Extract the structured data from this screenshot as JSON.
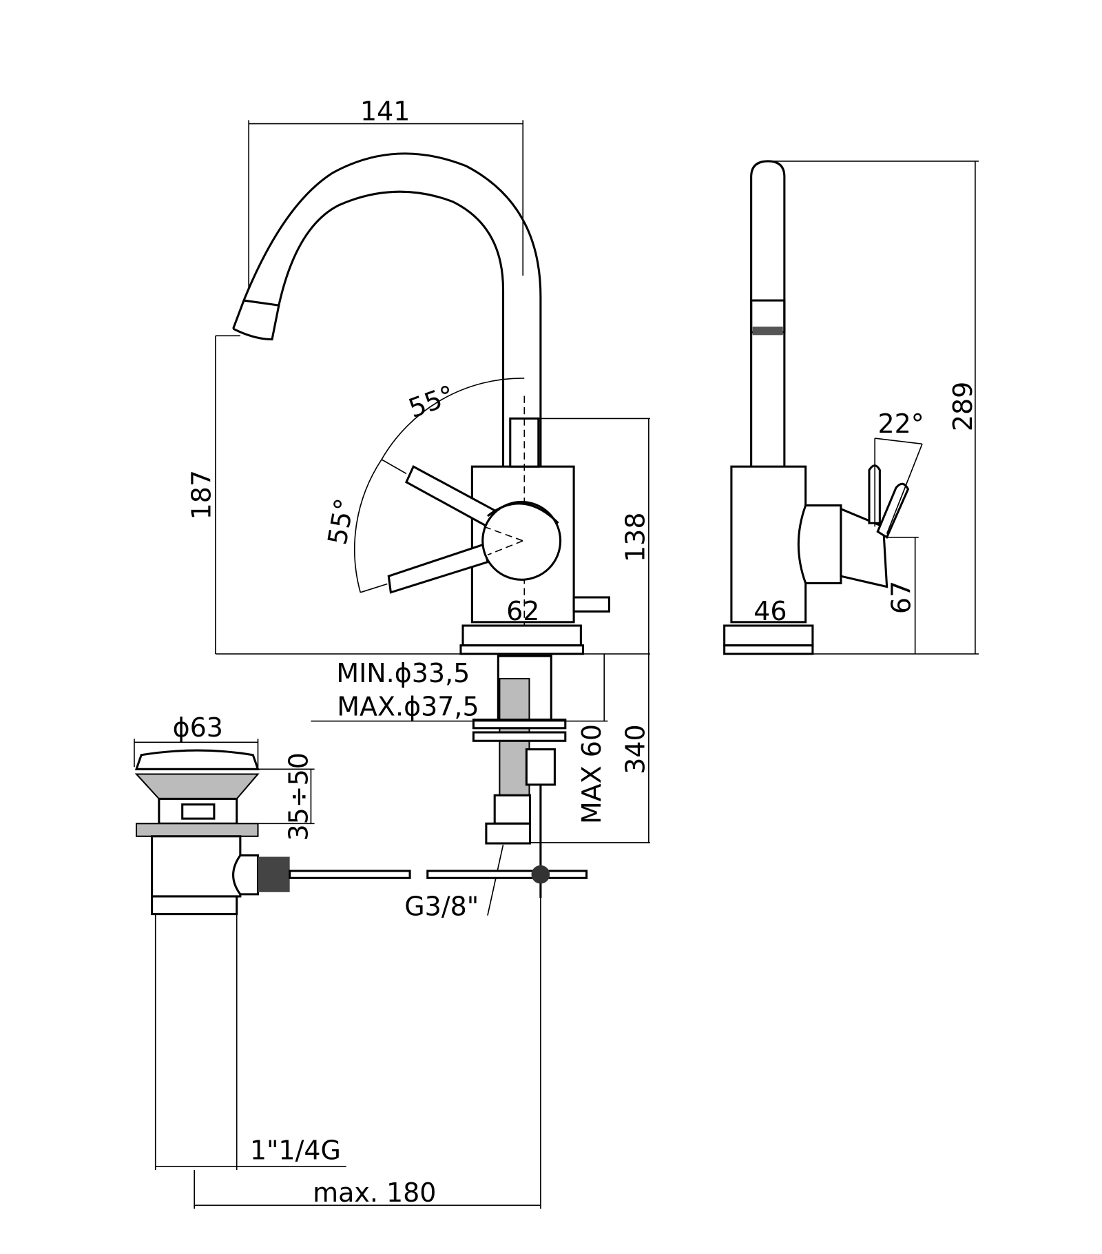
{
  "drawing": {
    "front_view": {
      "width_spout": "141",
      "height_spout_outlet": "187",
      "lever_angle_up": "55°",
      "lever_angle_down": "55°",
      "body_height": "138",
      "body_diameter": "62"
    },
    "side_view": {
      "total_height": "289",
      "lever_angle": "22°",
      "lever_height": "67",
      "body_diameter": "46"
    },
    "installation": {
      "hole_min": "MIN.ϕ33,5",
      "hole_max": "MAX.ϕ37,5",
      "max_deck": "MAX 60",
      "hose_length": "340",
      "hose_thread": "G3/8\""
    },
    "drain": {
      "diameter": "ϕ63",
      "height_range": "35÷50",
      "thread": "1\"1/4G",
      "rod_length": "max. 180"
    }
  }
}
